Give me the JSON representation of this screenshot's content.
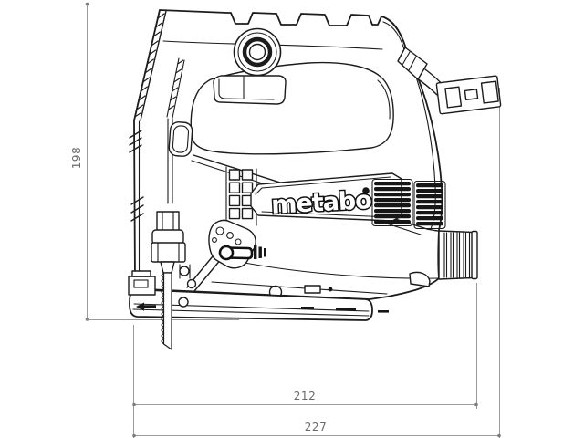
{
  "page": {
    "background": "#ffffff"
  },
  "drawing": {
    "subject": "jigsaw side view technical drawing",
    "brand_logo": "metabo",
    "colors": {
      "drawing_line": "#1c1c1c",
      "dimension_line": "#9a9a9a",
      "dimension_text": "#6a6a6a",
      "logo_fill": "#ffffff",
      "logo_outline": "#111111"
    },
    "dimensions": {
      "height": {
        "label": "198"
      },
      "length_inner": {
        "label": "212"
      },
      "length_overall": {
        "label": "227"
      }
    }
  }
}
